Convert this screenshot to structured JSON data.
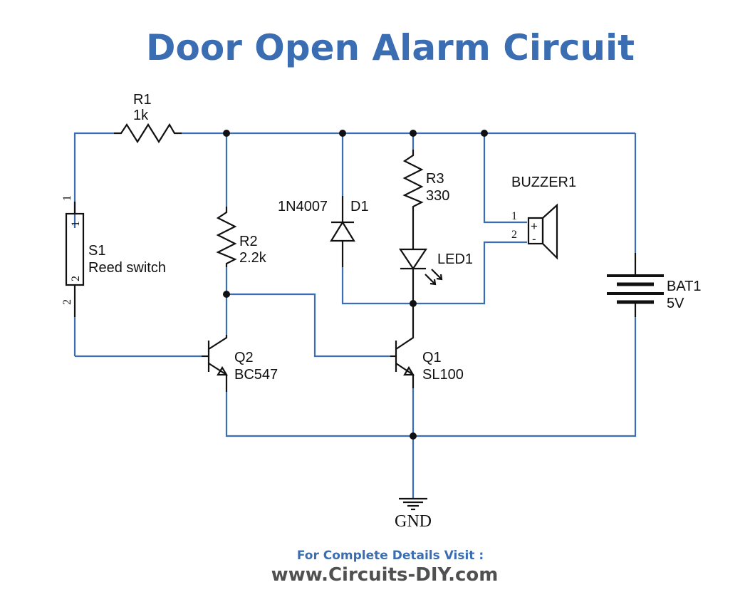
{
  "title": "Door Open Alarm Circuit",
  "components": {
    "r1": {
      "ref": "R1",
      "value": "1k"
    },
    "r2": {
      "ref": "R2",
      "value": "2.2k"
    },
    "r3": {
      "ref": "R3",
      "value": "330"
    },
    "d1": {
      "part": "1N4007",
      "ref": "D1"
    },
    "led1": {
      "ref": "LED1"
    },
    "buzzer": {
      "ref": "BUZZER1",
      "pin1": "1",
      "pin2": "2",
      "plus": "+",
      "minus": "-"
    },
    "s1": {
      "ref": "S1",
      "value": "Reed switch",
      "pin1": "1",
      "pin2": "2"
    },
    "q2": {
      "ref": "Q2",
      "value": "BC547"
    },
    "q1": {
      "ref": "Q1",
      "value": "SL100"
    },
    "bat1": {
      "ref": "BAT1",
      "value": "5V"
    },
    "gnd": {
      "label": "GND"
    }
  },
  "colors": {
    "title": "#3b6db3",
    "wire": "#3b6db3",
    "component": "#111111",
    "footer_url": "#505050"
  },
  "footer": {
    "caption": "For Complete Details Visit :",
    "url": "www.Circuits-DIY.com"
  }
}
